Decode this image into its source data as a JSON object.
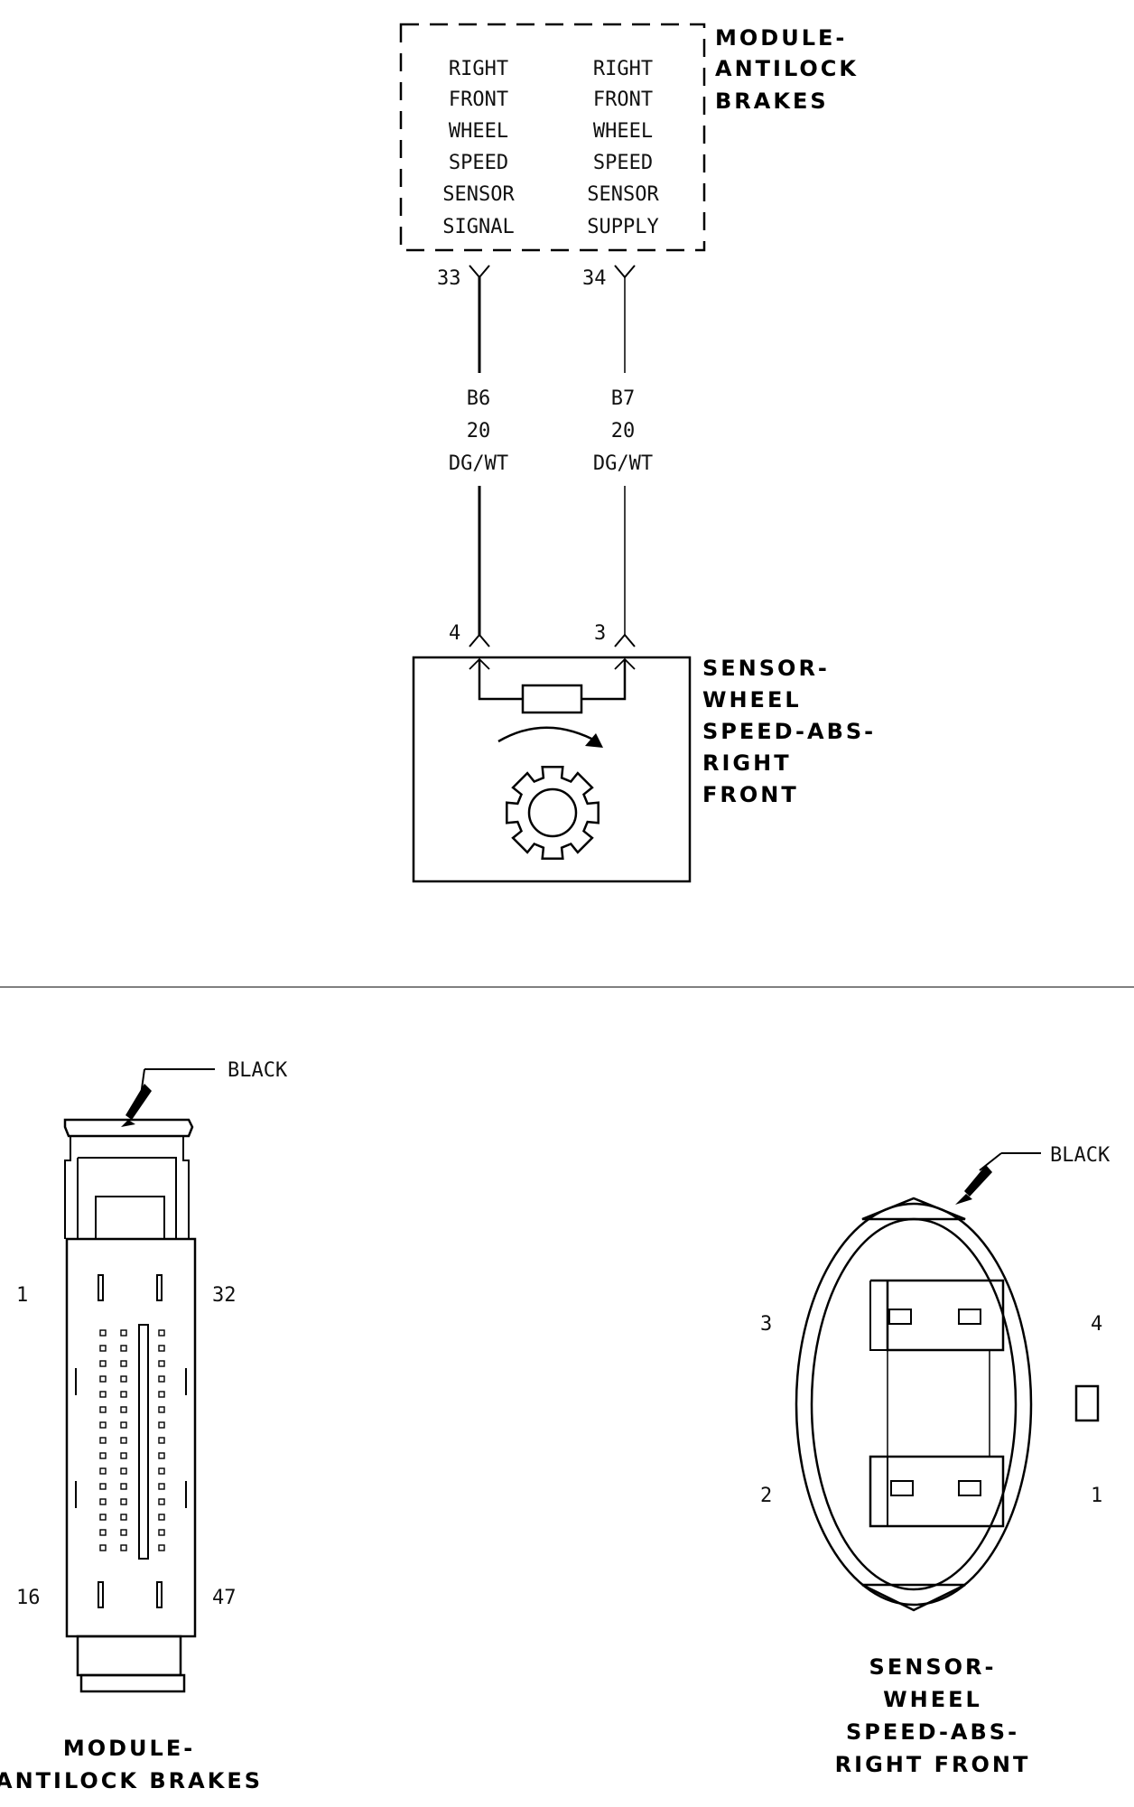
{
  "module": {
    "title_lines": [
      "MODULE-",
      "ANTILOCK",
      "BRAKES"
    ],
    "signal_label_lines": [
      "RIGHT",
      "FRONT",
      "WHEEL",
      "SPEED",
      "SENSOR",
      "SIGNAL"
    ],
    "supply_label_lines": [
      "RIGHT",
      "FRONT",
      "WHEEL",
      "SPEED",
      "SENSOR",
      "SUPPLY"
    ],
    "pin_signal": "33",
    "pin_supply": "34"
  },
  "wires": [
    {
      "circuit": "B6",
      "gauge": "20",
      "color": "DG/WT"
    },
    {
      "circuit": "B7",
      "gauge": "20",
      "color": "DG/WT"
    }
  ],
  "sensor": {
    "title_lines": [
      "SENSOR-",
      "WHEEL",
      "SPEED-ABS-",
      "RIGHT",
      "FRONT"
    ],
    "pin_signal": "4",
    "pin_supply": "3"
  },
  "connector_abs": {
    "color_label": "BLACK",
    "pin_top_left": "1",
    "pin_top_right": "32",
    "pin_bottom_left": "16",
    "pin_bottom_right": "47",
    "caption_lines": [
      "MODULE-",
      "ANTILOCK BRAKES"
    ]
  },
  "connector_sensor": {
    "color_label": "BLACK",
    "pin_3": "3",
    "pin_4": "4",
    "pin_2": "2",
    "pin_1": "1",
    "caption_lines": [
      "SENSOR-",
      "WHEEL",
      "SPEED-ABS-",
      "RIGHT FRONT"
    ]
  }
}
